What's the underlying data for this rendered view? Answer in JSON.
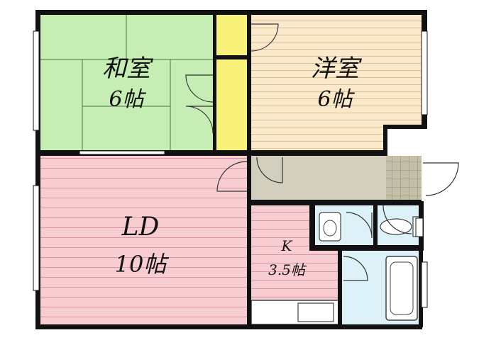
{
  "rooms": {
    "washitsu": {
      "name": "和室",
      "size": "6帖",
      "color": "#c6eeb4"
    },
    "youshitsu": {
      "name": "洋室",
      "size": "6帖",
      "color": "#fbe9cc"
    },
    "ld": {
      "name": "LD",
      "size": "10帖",
      "color": "#f7cdd2"
    },
    "kitchen": {
      "name": "K",
      "size": "3.5帖",
      "color": "#f7cdd2"
    }
  },
  "colors": {
    "wall": "#111111",
    "closet": "#f8f27a",
    "hallway": "#d3cfbf",
    "genkan": "#c4c0a8",
    "wet_area": "#ddf1f8",
    "line": "#444444"
  }
}
